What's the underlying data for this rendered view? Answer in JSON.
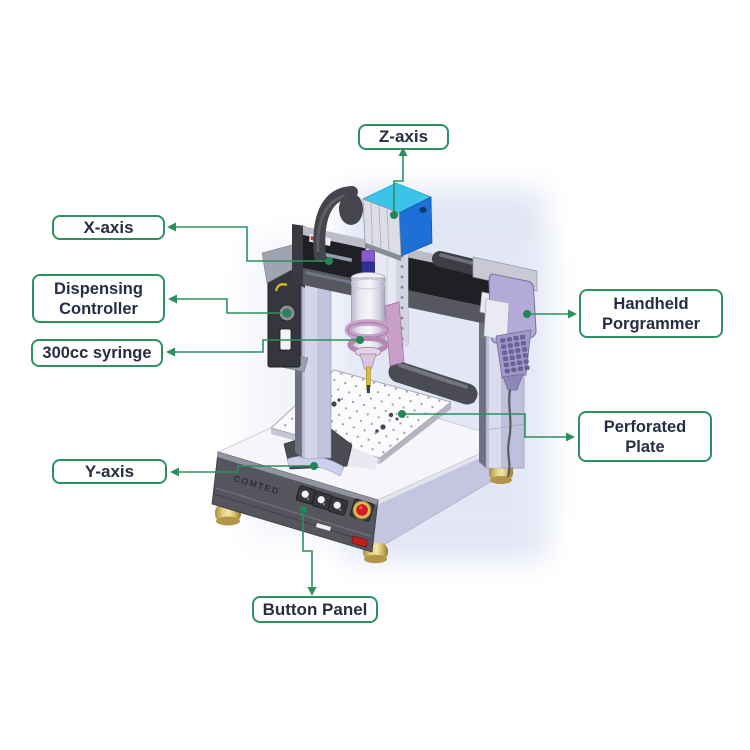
{
  "labels": {
    "z_axis": {
      "text": "Z-axis"
    },
    "x_axis": {
      "text": "X-axis"
    },
    "dispensing_controller": {
      "text": "Dispensing\nController"
    },
    "syringe_300cc": {
      "text": "300cc syringe"
    },
    "handheld_programmer": {
      "text": "Handheld\nPorgrammer"
    },
    "perforated_plate": {
      "text": "Perforated\nPlate"
    },
    "y_axis": {
      "text": "Y-axis"
    },
    "button_panel": {
      "text": "Button Panel"
    }
  },
  "machine": {
    "logo_text": "COMTED"
  },
  "colors": {
    "callout_border": "#2E9161",
    "callout_text": "#272E44",
    "callout_line": "#2E8F5E",
    "z_motor_top": "#3AC4EA",
    "z_motor_side": "#1E6FD6",
    "syringe_cap": "#8A59CF",
    "clamp": "#C89FC7",
    "estop_red": "#D21C24",
    "feet_gold": "#E3CF82"
  }
}
